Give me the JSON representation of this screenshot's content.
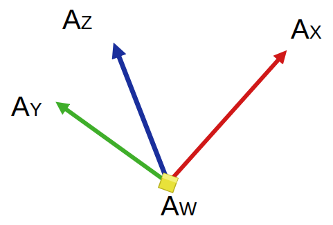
{
  "diagram": {
    "labels": [
      "AZ",
      "AX",
      "AY",
      "AW"
    ]
  }
}
